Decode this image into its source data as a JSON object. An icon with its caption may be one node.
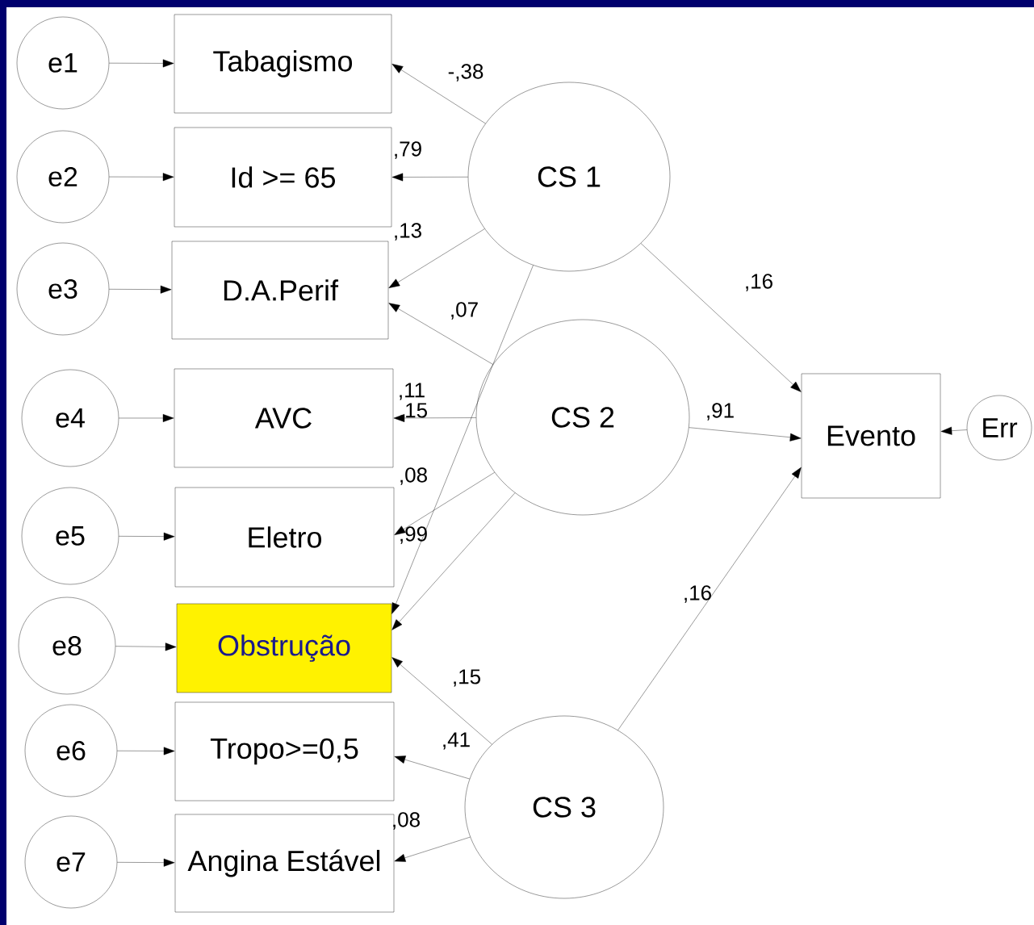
{
  "diagram": {
    "nodes": [
      {
        "text": [
          "e1"
        ]
      },
      {
        "text": [
          "Tabagismo"
        ]
      },
      {
        "text": [
          "e2"
        ]
      },
      {
        "text": [
          "Id >= 65"
        ]
      },
      {
        "text": [
          "e3"
        ]
      },
      {
        "text": [
          "D.A.Perif"
        ]
      },
      {
        "text": [
          "e4"
        ]
      },
      {
        "text": [
          "AVC"
        ]
      },
      {
        "text": [
          "e5"
        ]
      },
      {
        "text": [
          "Eletro"
        ]
      },
      {
        "text": [
          "e8"
        ]
      },
      {
        "text": [
          "Obstrução"
        ]
      },
      {
        "text": [
          "e6"
        ]
      },
      {
        "text": [
          "Tropo>=0,5"
        ]
      },
      {
        "text": [
          "e7"
        ]
      },
      {
        "text": [
          "Angina Estável"
        ]
      },
      {
        "text": [
          "CS 1"
        ]
      },
      {
        "text": [
          "CS 2"
        ]
      },
      {
        "text": [
          "CS 3"
        ]
      },
      {
        "text": [
          "Evento"
        ]
      },
      {
        "text": [
          "Err"
        ]
      }
    ],
    "edges": [
      {
        "from": 0,
        "to": 1,
        "arrow": "to"
      },
      {
        "from": 2,
        "to": 3,
        "arrow": "to"
      },
      {
        "from": 4,
        "to": 5,
        "arrow": "to"
      },
      {
        "from": 6,
        "to": 7,
        "arrow": "to"
      },
      {
        "from": 8,
        "to": 9,
        "arrow": "to"
      },
      {
        "from": 10,
        "to": 11,
        "arrow": "to"
      },
      {
        "from": 12,
        "to": 13,
        "arrow": "to"
      },
      {
        "from": 14,
        "to": 15,
        "arrow": "to"
      },
      {
        "from": 16,
        "to": 1,
        "arrow": "to"
      },
      {
        "from": 16,
        "to": 3,
        "arrow": "to"
      },
      {
        "from": 16,
        "to": 5,
        "arrow": "to"
      },
      {
        "from": 16,
        "to": 11,
        "arrow": "to"
      },
      {
        "from": 17,
        "to": 5,
        "arrow": "to"
      },
      {
        "from": 17,
        "to": 7,
        "arrow": "to"
      },
      {
        "from": 17,
        "to": 9,
        "arrow": "to"
      },
      {
        "from": 17,
        "to": 11,
        "arrow": "to"
      },
      {
        "from": 18,
        "to": 11,
        "arrow": "to"
      },
      {
        "from": 18,
        "to": 13,
        "arrow": "to"
      },
      {
        "from": 18,
        "to": 15,
        "arrow": "to"
      },
      {
        "from": 16,
        "to": 19,
        "arrow": "to"
      },
      {
        "from": 17,
        "to": 19,
        "arrow": "to"
      },
      {
        "from": 18,
        "to": 19,
        "arrow": "to"
      },
      {
        "from": 20,
        "to": 19,
        "arrow": "to"
      }
    ],
    "labels": [
      "-,38",
      ",79",
      ",13",
      ",16",
      ",07",
      ",11",
      ",15",
      ",91",
      ",08",
      ",99",
      ",16",
      ",15",
      ",41",
      ",08"
    ]
  }
}
